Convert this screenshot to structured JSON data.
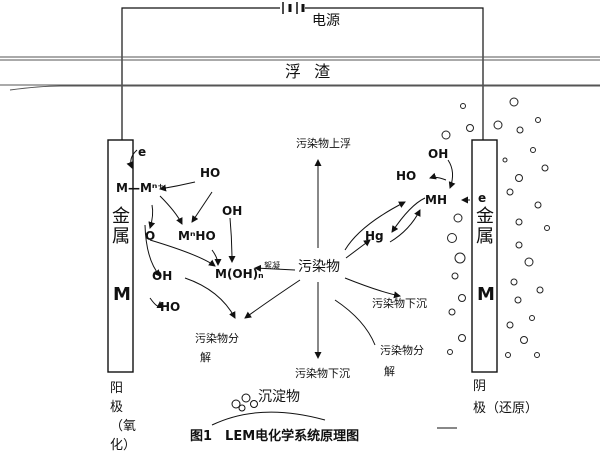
{
  "labels": {
    "power": "电源",
    "scum": "浮 渣",
    "pollutant_float": "污染物上浮",
    "pollutant_center": "污染物",
    "pollutant_sink_right": "污染物下沉",
    "pollutant_sink_bottom": "污染物下沉",
    "decompose_left_1": "污染物分",
    "decompose_left_2": "解",
    "decompose_right_1": "污染物分",
    "decompose_right_2": "解",
    "precipitate": "沉淀物",
    "flocculation": "絮凝",
    "anode_metal": "金属",
    "anode_symbol": "M",
    "cathode_metal": "金属",
    "cathode_symbol": "M",
    "anode_name": "阳极（氧化）",
    "cathode_name_1": "阴",
    "cathode_name_2": "极（还原）",
    "caption": "图1　LEM电化学系统原理图"
  },
  "chem": {
    "left_e": "e",
    "left_m_mn": "M—Mⁿ⁺",
    "left_o": "O",
    "left_ho_top": "HO",
    "left_oh_small": "OH",
    "left_mho": "MⁿHO",
    "left_moh": "M(OH)ₙ",
    "left_oh_bottom": "OH",
    "left_ho_bottom": "HO",
    "right_oh": "OH",
    "right_ho": "HO",
    "right_mh": "MH",
    "right_e": "e",
    "right_hg": "Hg"
  }
}
